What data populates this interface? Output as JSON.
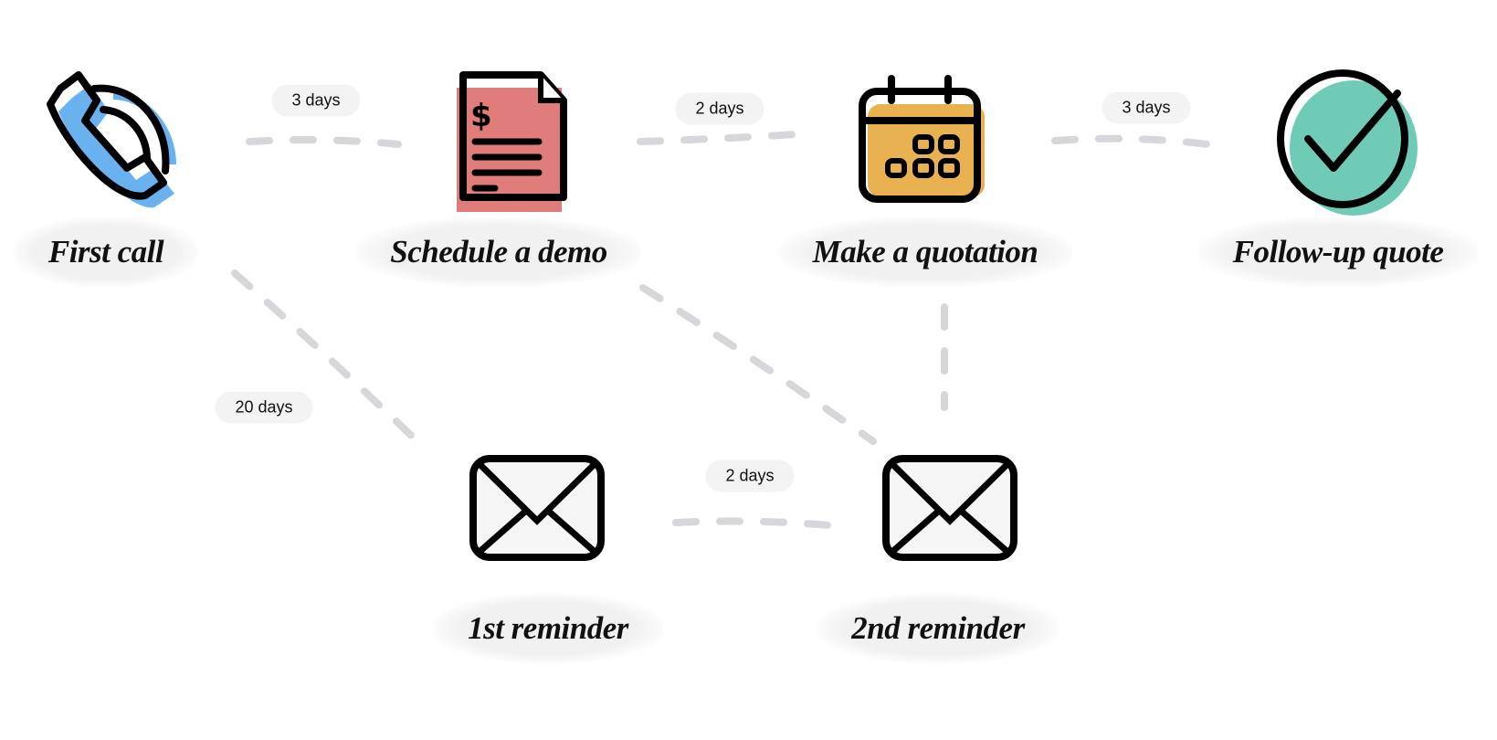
{
  "nodes": {
    "first_call": "First call",
    "schedule_demo": "Schedule a demo",
    "make_quotation": "Make a quotation",
    "follow_up_quote": "Follow-up quote",
    "first_reminder": "1st reminder",
    "second_reminder": "2nd reminder"
  },
  "edges": {
    "call_to_demo": "3 days",
    "demo_to_quotation": "2 days",
    "quotation_to_followup": "3 days",
    "call_to_reminder1": "20 days",
    "reminder1_to_reminder2": "2 days"
  },
  "colors": {
    "phone": "#6ab2ef",
    "document": "#e07c7a",
    "calendar": "#e8b250",
    "check": "#6fcbb6",
    "envelope": "#f5f5f5",
    "connector": "#d6d7db"
  }
}
